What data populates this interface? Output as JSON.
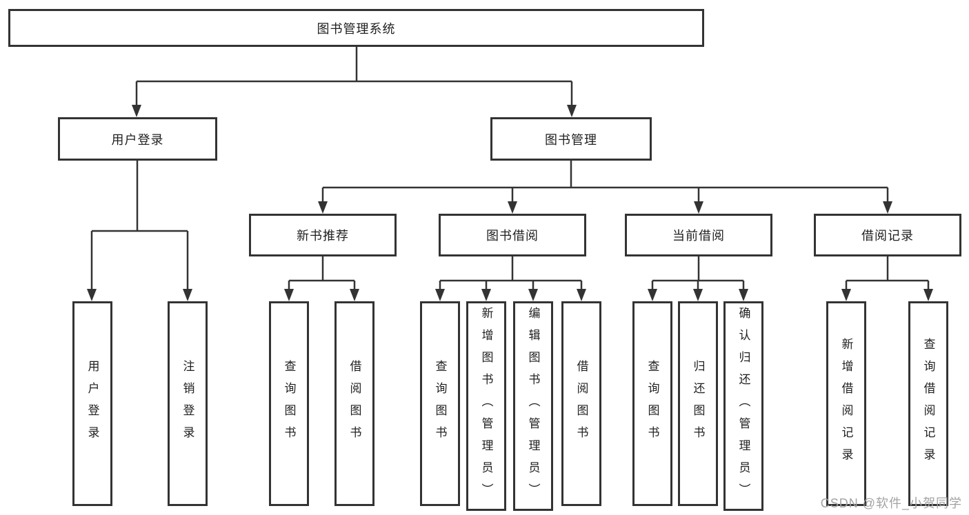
{
  "diagram": {
    "type": "hierarchy",
    "root": {
      "label": "图书管理系统",
      "children": [
        {
          "label": "用户登录",
          "children": [
            {
              "label": "用户登录"
            },
            {
              "label": "注销登录"
            }
          ]
        },
        {
          "label": "图书管理",
          "children": [
            {
              "label": "新书推荐",
              "children": [
                {
                  "label": "查询图书"
                },
                {
                  "label": "借阅图书"
                }
              ]
            },
            {
              "label": "图书借阅",
              "children": [
                {
                  "label": "查询图书"
                },
                {
                  "label": "新增图书（管理员）"
                },
                {
                  "label": "编辑图书（管理员）"
                },
                {
                  "label": "借阅图书"
                }
              ]
            },
            {
              "label": "当前借阅",
              "children": [
                {
                  "label": "查询图书"
                },
                {
                  "label": "归还图书"
                },
                {
                  "label": "确认归还（管理员）"
                }
              ]
            },
            {
              "label": "借阅记录",
              "children": [
                {
                  "label": "新增借阅记录"
                },
                {
                  "label": "查询借阅记录"
                }
              ]
            }
          ]
        }
      ]
    }
  },
  "watermark": {
    "text": "CSDN @软件_小贺同学"
  },
  "colors": {
    "line": "#333333",
    "text": "#1f1f1f",
    "background": "#ffffff",
    "watermark": "#a3a3a3"
  }
}
